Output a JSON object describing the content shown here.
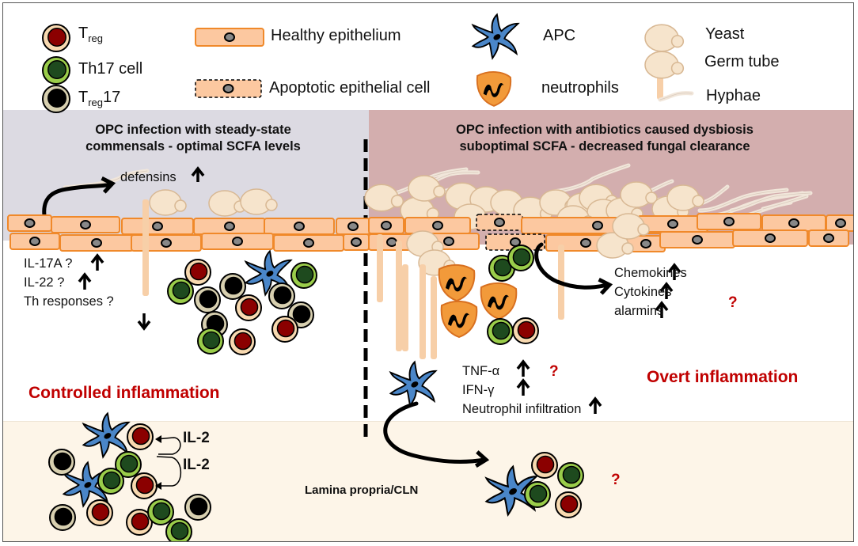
{
  "legend": {
    "treg": {
      "label": "T",
      "sub": "reg",
      "suffix": ""
    },
    "th17": {
      "label": "Th17 cell"
    },
    "treg17": {
      "label": "T",
      "sub": "reg",
      "suffix": "17"
    },
    "healthy_epithelium": {
      "label": "Healthy epithelium"
    },
    "apoptotic_cell": {
      "label": "Apoptotic epithelial cell"
    },
    "apc": {
      "label": "APC"
    },
    "neutrophils": {
      "label": "neutrophils"
    },
    "yeast": {
      "label": "Yeast"
    },
    "germ_tube": {
      "label": "Germ tube"
    },
    "hyphae": {
      "label": "Hyphae"
    }
  },
  "left_panel": {
    "title_line1": "OPC infection with steady-state",
    "title_line2": "commensals - optimal SCFA levels",
    "defensins": "defensins",
    "il17a": "IL-17A ?",
    "il22": "IL-22 ?",
    "th_responses": "Th responses ?",
    "outcome": "Controlled inflammation"
  },
  "right_panel": {
    "title_line1": "OPC infection with antibiotics caused dysbiosis",
    "title_line2": "suboptimal SCFA - decreased fungal clearance",
    "chemokines": "Chemokines",
    "cytokines": "Cytokines",
    "alarmins": "alarmins",
    "question1": "?",
    "tnf": "TNF-α",
    "ifn": "IFN-γ",
    "neutrophil_infiltration": "Neutrophil infiltration",
    "question2": "?",
    "outcome": "Overt inflammation"
  },
  "lower": {
    "il2_a": "IL-2",
    "il2_b": "IL-2",
    "location": "Lamina propria/CLN",
    "question3": "?"
  },
  "colors": {
    "left_bg": "#dcdae2",
    "right_bg": "#d3aeae",
    "lower_bg": "#fdf5e8",
    "outcome_red": "#c00000",
    "epithelium_fill": "#fcc8a0",
    "epithelium_stroke": "#f0892a",
    "apc_blue": "#4a86c8",
    "treg_core": "#8b0000",
    "treg_ring": "#f8d9b0",
    "th17_core": "#1e4a1e",
    "th17_ring": "#9acd4a",
    "treg17_core": "#000000",
    "treg17_ring": "#d8d0b0",
    "neutrophil_orange": "#f29a3a",
    "yeast": "#f6e4cc"
  }
}
